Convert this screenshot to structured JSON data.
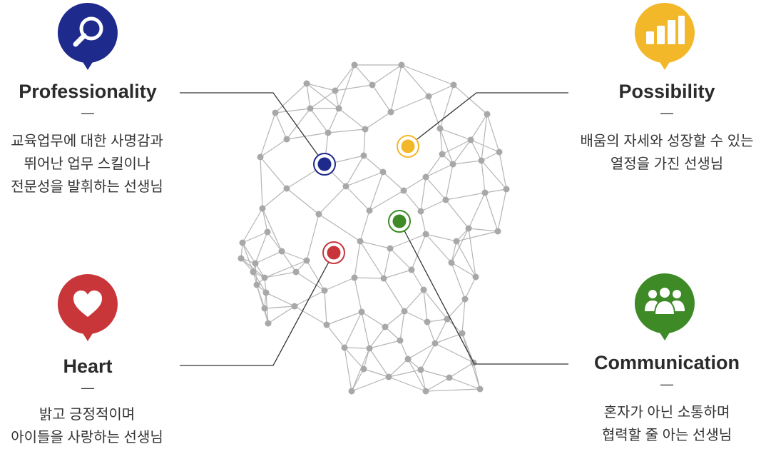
{
  "colors": {
    "blue": "#1e2a8c",
    "yellow": "#f3b829",
    "red": "#c9363a",
    "green": "#3d8a26",
    "network": "#b5b5b5",
    "line": "#333333"
  },
  "items": {
    "professionality": {
      "title": "Professionality",
      "dash": "—",
      "lines": [
        "교육업무에 대한 사명감과",
        "뛰어난 업무 스킬이나",
        "전문성을 발휘하는 선생님"
      ],
      "icon": "search-icon"
    },
    "possibility": {
      "title": "Possibility",
      "dash": "—",
      "lines": [
        "배움의 자세와 성장할 수 있는",
        "열정을 가진 선생님"
      ],
      "icon": "bar-chart-icon"
    },
    "heart": {
      "title": "Heart",
      "dash": "—",
      "lines": [
        "밝고 긍정적이며",
        "아이들을 사랑하는 선생님"
      ],
      "icon": "heart-icon"
    },
    "communication": {
      "title": "Communication",
      "dash": "—",
      "lines": [
        "혼자가 아닌  소통하며",
        "협력할 줄 아는 선생님"
      ],
      "icon": "people-icon"
    }
  }
}
